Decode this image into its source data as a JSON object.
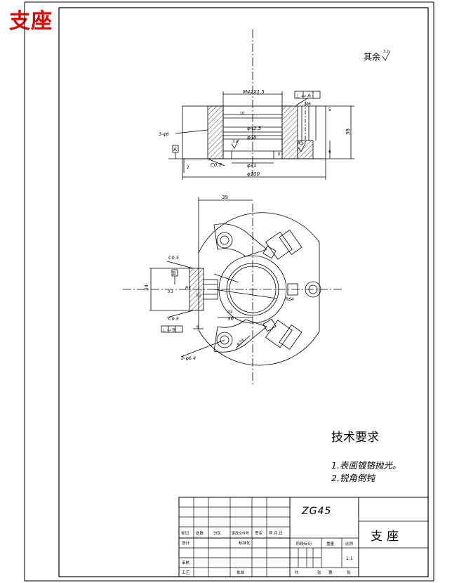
{
  "corner_title": "支座",
  "surface_note": "其余",
  "roughness": {
    "general": "3.2",
    "bore": "3.2",
    "flange": "3.2",
    "slot": "3.2"
  },
  "top_view": {
    "thread": "M42X1.5",
    "perp_A": "⊥ ▭ A",
    "datum_A": "A",
    "d1": "φ42.5",
    "d2": "φ40",
    "d3": "φ31",
    "d4": "φ100",
    "height": "38",
    "holes": "3-φ6",
    "chamfer": "C0.5",
    "m6": "M6",
    "dim5": "5",
    "dim6": "6",
    "dim2": "2",
    "r3": "R3",
    "dim10": "10",
    "dim8": "8"
  },
  "bottom_view": {
    "dim39": "39",
    "chamfer_top": "C0.5",
    "chamfer_bottom": "C0.5",
    "datum_B": "B",
    "perp_B": "⊥ ▭ B",
    "dim30": "30",
    "dim6": "6",
    "dim34": "34",
    "holes": "3-φ6.4",
    "r3": "R3",
    "r29": "R29",
    "r64": "R64",
    "dim32": "32"
  },
  "tech_req": {
    "title": "技术要求",
    "items": [
      "1.表面镀铬抛光。",
      "2.锐角倒钝"
    ]
  },
  "title_block": {
    "material": "ZG45",
    "part_name": "支座",
    "scale": "1:1",
    "row_labels": [
      "标记",
      "处数",
      "分区",
      "更改文件号",
      "签名",
      "年.月.日"
    ],
    "designer": "设计",
    "standardize": "标准化",
    "review": "审核",
    "process": "工艺",
    "approve": "批准",
    "stage_mark": "阶段标记",
    "weight": "重量",
    "ratio": "比例",
    "sheet_total": "共",
    "sheet": "张",
    "sheet_no": "第"
  }
}
